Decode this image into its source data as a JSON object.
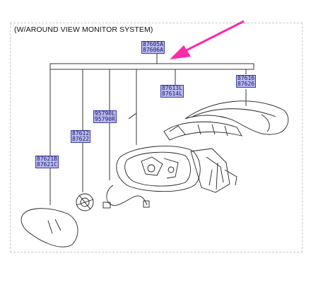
{
  "header": {
    "title": "(W/AROUND VIEW MONITOR SYSTEM)"
  },
  "part_labels": {
    "p87605": [
      "87605A",
      "87606A"
    ],
    "p87613": [
      "87613L",
      "87614L"
    ],
    "p87616": [
      "87616",
      "87626"
    ],
    "p95790": [
      "95790L",
      "95790R"
    ],
    "p87612": [
      "87612",
      "87622"
    ],
    "p87621": [
      "87621B",
      "87621C"
    ]
  },
  "colors": {
    "highlight_arrow": "#ff2aa8",
    "part_label_fill": "#b9b9f2",
    "line": "#222222"
  }
}
